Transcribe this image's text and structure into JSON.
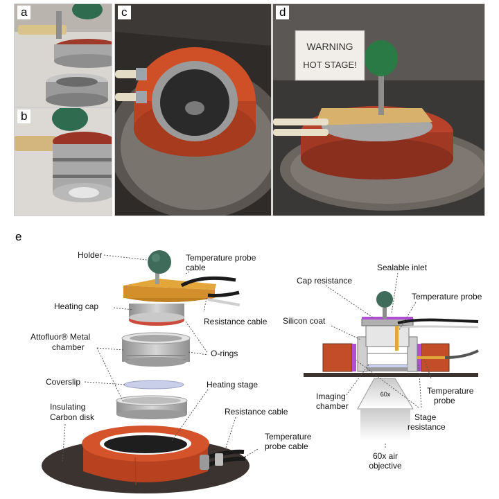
{
  "panel_labels": {
    "a": "a",
    "b": "b",
    "c": "c",
    "d": "d",
    "e": "e"
  },
  "sign": {
    "line1": "WARNING",
    "line2": "HOT STAGE!"
  },
  "exploded_view": {
    "holder": "Holder",
    "temperature_probe_cable_top_1": "Temperature probe",
    "temperature_probe_cable_top_2": "cable",
    "heating_cap": "Heating cap",
    "resistance_cable_top": "Resistance cable",
    "attofluor_1": "Attofluor® Metal",
    "attofluor_2": "chamber",
    "o_rings": "O-rings",
    "coverslip": "Coverslip",
    "heating_stage": "Heating stage",
    "insulating_1": "Insulating",
    "insulating_2": "Carbon disk",
    "resistance_cable_bottom": "Resistance cable",
    "temperature_probe_cable_bottom_1": "Temperature",
    "temperature_probe_cable_bottom_2": "probe cable"
  },
  "cross_section": {
    "sealable_inlet": "Sealable inlet",
    "cap_resistance": "Cap resistance",
    "temperature_probe": "Temperature probe",
    "silicon_coat": "Silicon coat",
    "imaging_1": "Imaging",
    "imaging_2": "chamber",
    "temperature_probe_2_1": "Temperature",
    "temperature_probe_2_2": "probe",
    "stage_resistance_1": "Stage",
    "stage_resistance_2": "resistance",
    "objective_mark": "60x",
    "objective_1": "60x air",
    "objective_2": "objective"
  },
  "colors": {
    "stage_orange": "#d4532a",
    "cap_yellow": "#e3a63a",
    "holder_green": "#3f6b5a",
    "resistance_purple": "#b04fd6",
    "metal_gray": "#b9b9b9",
    "carbon_dark": "#3a3330"
  }
}
